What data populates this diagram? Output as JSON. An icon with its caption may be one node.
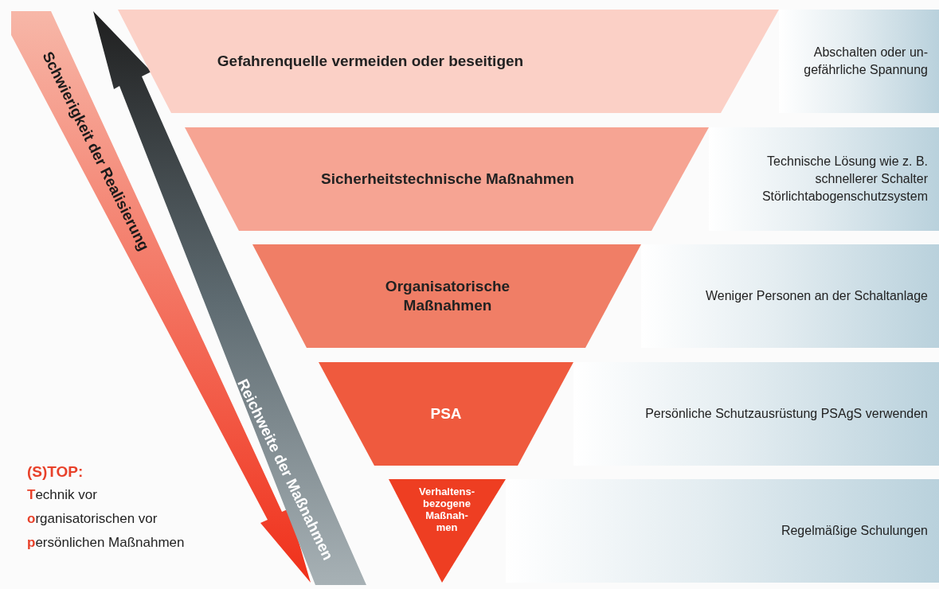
{
  "diagram": {
    "nodes": [
      {
        "text": [
          "Gefahrenquelle vermeiden oder beseitigen"
        ]
      },
      {
        "text": [
          "Abschalten oder un- gefährliche Spannung"
        ]
      },
      {
        "text": [
          "Sicherheitstechnische Maßnahmen"
        ]
      },
      {
        "text": [
          "Technische Lösung wie z. B. schnellerer Schalter Störlichtabogenschutzsystem"
        ]
      },
      {
        "text": [
          "Organisatorische Maßnahmen"
        ]
      },
      {
        "text": [
          "Weniger Personen an der Schaltanlage"
        ]
      },
      {
        "text": [
          "PSA"
        ]
      },
      {
        "text": [
          "Persönliche Schutzausrüstung PSAgS verwenden"
        ]
      },
      {
        "text": [
          "Verhaltens- bezogene Maßnah- men"
        ]
      },
      {
        "text": [
          "Regelmäßige Schulungen"
        ]
      }
    ],
    "labels": [
      "Schwierigkeit der Realisierung",
      "Reichweite der Maßnahmen",
      "(S)TOP:",
      "Technik vor",
      "organisatorischen vor",
      "persönlichen Maßnahmen"
    ]
  }
}
